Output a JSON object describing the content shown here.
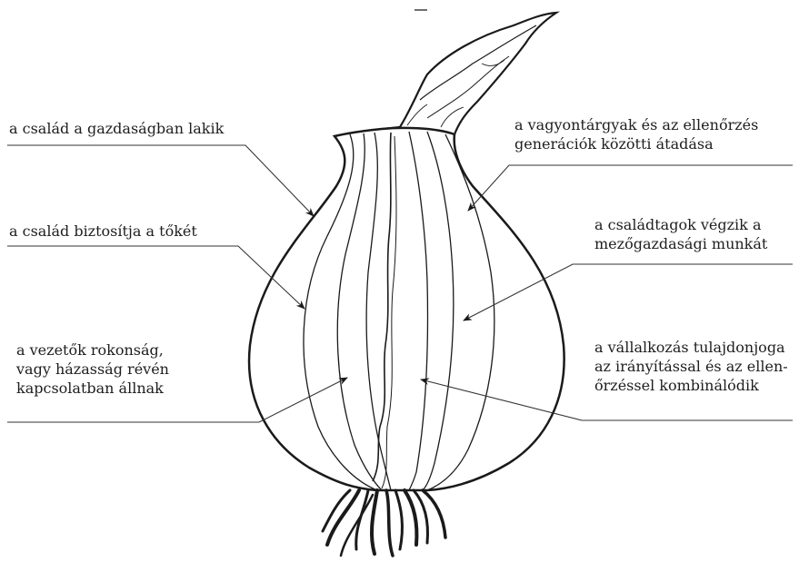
{
  "labels": {
    "family_lives_on_farm": [
      "a család a gazdaságban lakik"
    ],
    "family_provides_capital": [
      "a család biztosítja a tőkét"
    ],
    "leaders_related": [
      "a vezetők rokonság,",
      "vagy házasság révén",
      "kapcsolatban állnak"
    ],
    "asset_transfer": [
      "a vagyontárgyak és az ellenőrzés",
      "generációk közötti átadása"
    ],
    "family_does_farm_work": [
      "a családtagok végzik a",
      "mezőgazdasági munkát"
    ],
    "ownership_control": [
      "a vállalkozás tulajdonjoga",
      "az irányítással és az ellen-",
      "őrzéssel kombinálódik"
    ]
  },
  "colors": {
    "stroke": "#1a1a1a",
    "leader": "#333333",
    "text": "#1e1e1e"
  }
}
